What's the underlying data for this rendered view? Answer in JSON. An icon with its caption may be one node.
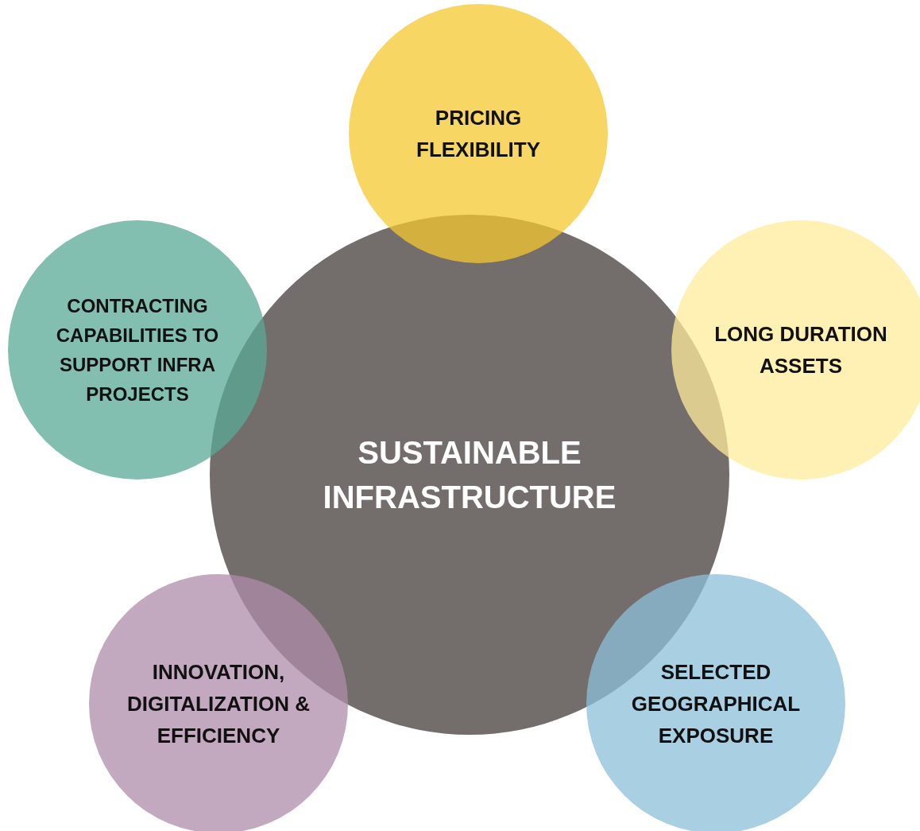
{
  "diagram": {
    "nodes": [
      {
        "text": [
          "SUSTAINABLE INFRASTRUCTURE"
        ]
      },
      {
        "text": [
          "PRICING FLEXIBILITY"
        ]
      },
      {
        "text": [
          "CONTRACTING CAPABILITIES TO SUPPORT INFRA PROJECTS"
        ]
      },
      {
        "text": [
          "LONG DURATION ASSETS"
        ]
      },
      {
        "text": [
          "INNOVATION, DIGITALIZATION & EFFICIENCY"
        ]
      },
      {
        "text": [
          "SELECTED GEOGRAPHICAL EXPOSURE"
        ]
      }
    ]
  }
}
